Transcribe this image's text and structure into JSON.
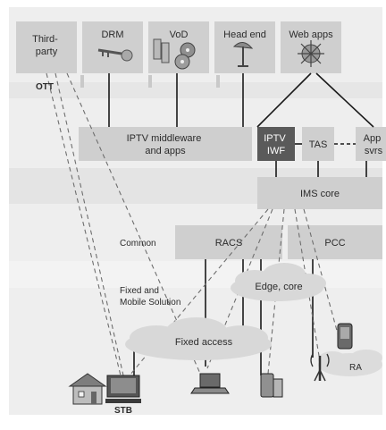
{
  "top_boxes": {
    "third_party": [
      "Third-",
      "party"
    ],
    "drm": "DRM",
    "vod": "VoD",
    "head_end": "Head end",
    "web_apps": "Web apps"
  },
  "labels": {
    "ott": "OTT",
    "common": "Common",
    "fixed_mobile": [
      "Fixed and",
      "Mobile Solution"
    ],
    "stb": "STB",
    "ra": "RA"
  },
  "blocks": {
    "iptv_middleware": [
      "IPTV middleware",
      "and apps"
    ],
    "iptv_iwf": [
      "IPTV",
      "IWF"
    ],
    "tas": "TAS",
    "app_svrs": [
      "App",
      "svrs"
    ],
    "ims_core": "IMS core",
    "racs": "RACS",
    "pcc": "PCC"
  },
  "clouds": {
    "edge_core": "Edge, core",
    "fixed_access": "Fixed access"
  },
  "colors": {
    "panel": "#ececec",
    "box_light": "#cfcfcf",
    "box_dark": "#5a5a5a",
    "line": "#1a1a1a",
    "dashed": "#6e6e6e",
    "cloud": "#d8d8d8"
  }
}
